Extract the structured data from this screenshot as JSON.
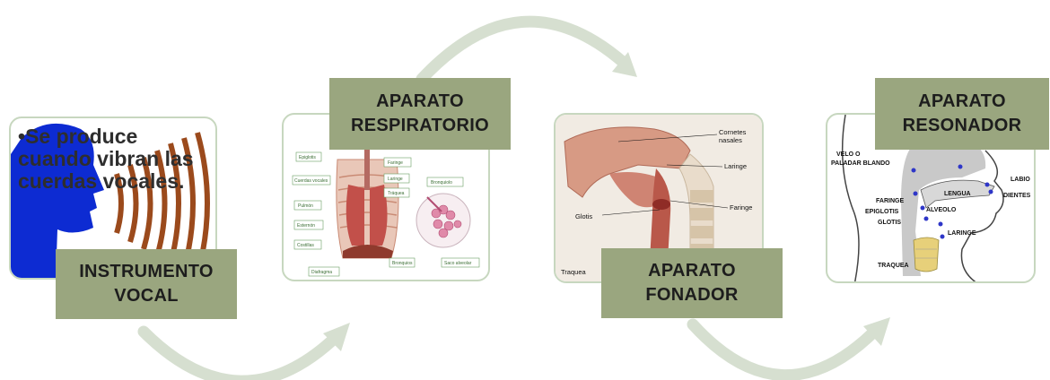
{
  "colors": {
    "card_border": "#c7d7bf",
    "label_bg": "#9aa67f",
    "arrow": "#d6dfd0"
  },
  "steps": [
    {
      "label_line1": "INSTRUMENTO",
      "label_line2": "VOCAL",
      "text": "Se produce cuando vibran las cuerdas vocales."
    },
    {
      "label_line1": "APARATO",
      "label_line2": "RESPIRATORIO",
      "figure_labels": {
        "epiglotis": "Epiglotis",
        "faringe": "Faringe",
        "cuerdas_vocales": "Cuerdas vocales",
        "laringe": "Laringe",
        "traquea": "Tráquea",
        "bronquiolo": "Bronquiolo",
        "pulmon": "Pulmón",
        "esternon": "Esternón",
        "costillas": "Costillas",
        "diafragma": "Diafragma",
        "bronquios": "Bronquios",
        "saco_alveolar": "Saco alveolar"
      }
    },
    {
      "label_line1": "APARATO",
      "label_line2": "FONADOR",
      "figure_labels": {
        "cornetes": "Cornetes",
        "nasales": "nasales",
        "laringe": "Laringe",
        "faringe": "Faringe",
        "glotis": "Glotis",
        "traquea": "Traquea"
      }
    },
    {
      "label_line1": "APARATO",
      "label_line2": "RESONADOR",
      "figure_labels": {
        "velo": "VELO O",
        "paladar": "PALADAR BLANDO",
        "labio": "LABIO",
        "dientes": "DIENTES",
        "lengua": "LENGUA",
        "faringe": "FARINGE",
        "alveolo": "ALVEOLO",
        "epiglotis": "EPIGLOTIS",
        "glotis": "GLOTIS",
        "laringe": "LARINGE",
        "traquea": "TRAQUEA"
      }
    }
  ]
}
